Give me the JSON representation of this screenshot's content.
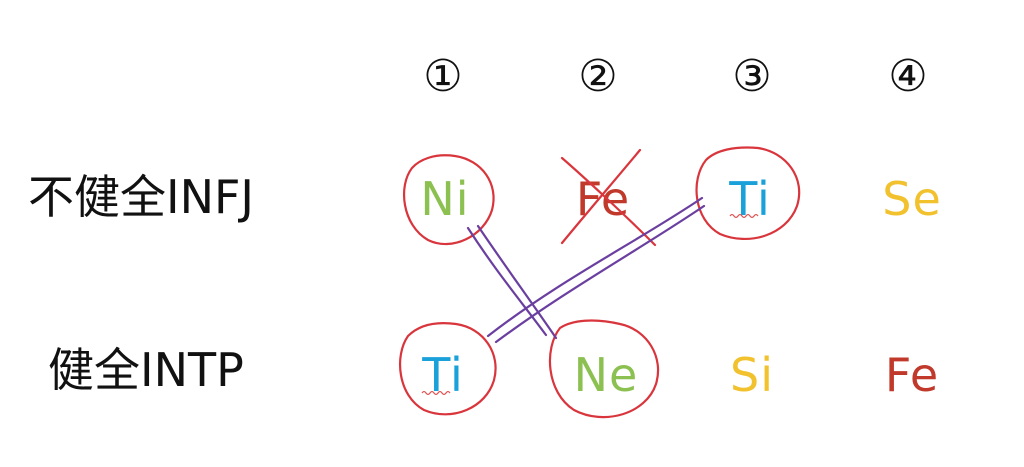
{
  "columns": {
    "c1": "①",
    "c2": "②",
    "c3": "③",
    "c4": "④"
  },
  "rows": {
    "infj": {
      "label": "不健全INFJ",
      "functions": [
        {
          "text": "Ni",
          "color": "#8cc152"
        },
        {
          "text": "Fe",
          "color": "#c0392b"
        },
        {
          "text": "Ti",
          "color": "#1ba1d9"
        },
        {
          "text": "Se",
          "color": "#f2c12e"
        }
      ]
    },
    "intp": {
      "label": "健全INTP",
      "functions": [
        {
          "text": "Ti",
          "color": "#1ba1d9"
        },
        {
          "text": "Ne",
          "color": "#8cc152"
        },
        {
          "text": "Si",
          "color": "#f2c12e"
        },
        {
          "text": "Fe",
          "color": "#c0392b"
        }
      ]
    }
  },
  "annotation_colors": {
    "circle": "#d9353c",
    "connector": "#6a3fa0",
    "strike": "#d9353c"
  }
}
